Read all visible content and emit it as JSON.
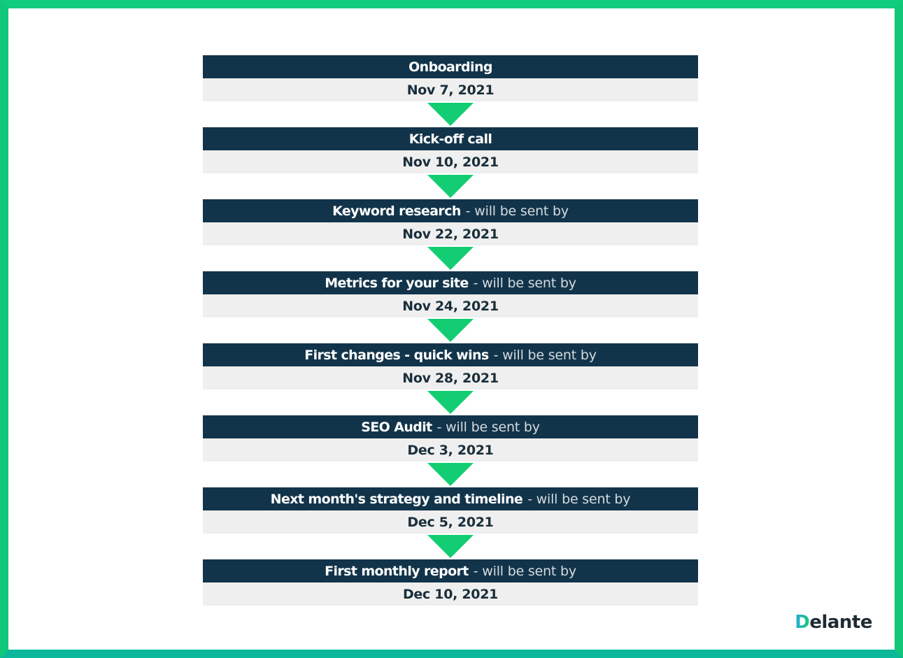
{
  "steps": [
    {
      "title": "Onboarding",
      "suffix": "",
      "date": "Nov 7, 2021"
    },
    {
      "title": "Kick-off call",
      "suffix": "",
      "date": "Nov 10, 2021"
    },
    {
      "title": "Keyword research",
      "suffix": "- will be sent by",
      "date": "Nov 22, 2021"
    },
    {
      "title": "Metrics for your site",
      "suffix": "- will be sent by",
      "date": "Nov 24, 2021"
    },
    {
      "title": "First changes - quick wins",
      "suffix": "- will be sent by",
      "date": "Nov 28, 2021"
    },
    {
      "title": "SEO Audit",
      "suffix": "- will be sent by",
      "date": "Dec 3, 2021"
    },
    {
      "title": "Next month's strategy and timeline",
      "suffix": "- will be sent by",
      "date": "Dec 5, 2021"
    },
    {
      "title": "First monthly report",
      "suffix": "- will be sent by",
      "date": "Dec 10, 2021"
    }
  ],
  "logo": {
    "mark": "D",
    "rest": "elante"
  },
  "colors": {
    "frame": "#12c878",
    "title_bg": "#12344a",
    "date_bg": "#efefef",
    "arrow": "#12cd72"
  }
}
